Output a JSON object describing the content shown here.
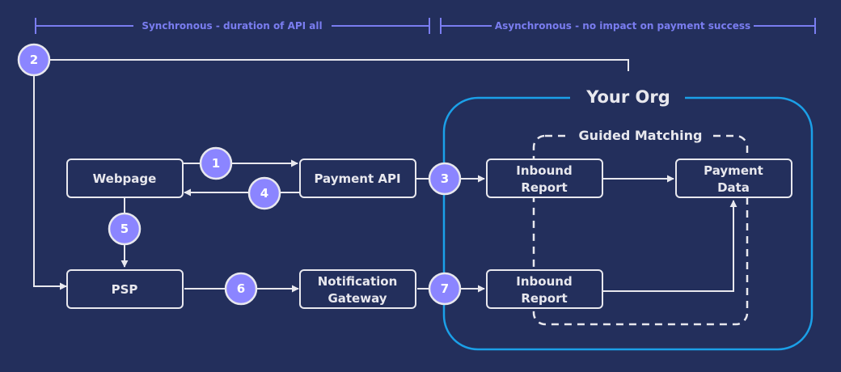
{
  "header": {
    "sync_label": "Synchronous - duration of API all",
    "async_label": "Asynchronous - no impact on payment success"
  },
  "org": {
    "title": "Your Org",
    "group_title": "Guided Matching"
  },
  "nodes": {
    "webpage": "Webpage",
    "payment_api": "Payment API",
    "psp": "PSP",
    "notification_gateway_line1": "Notification",
    "notification_gateway_line2": "Gateway",
    "inbound_report_top_line1": "Inbound",
    "inbound_report_top_line2": "Report",
    "inbound_report_bottom_line1": "Inbound",
    "inbound_report_bottom_line2": "Report",
    "payment_data_line1": "Payment",
    "payment_data_line2": "Data"
  },
  "steps": {
    "s1": "1",
    "s2": "2",
    "s3": "3",
    "s4": "4",
    "s5": "5",
    "s6": "6",
    "s7": "7"
  },
  "colors": {
    "background": "#232f5c",
    "box_stroke": "#e8e8ee",
    "arrow": "#e8e8ee",
    "step_fill": "#8b85ff",
    "header_accent": "#7a7df0",
    "org_border": "#1ba0e8"
  }
}
